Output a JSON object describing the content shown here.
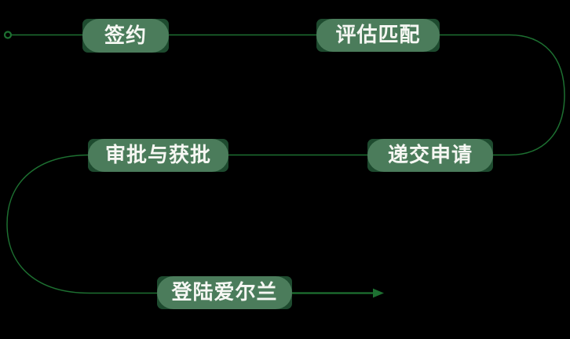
{
  "colors": {
    "background": "#000000",
    "line-color": "#1d7031",
    "node-fill": "#4b7c5b",
    "node-backing": "#1e4b2f",
    "text-color": "#f6f7f3"
  },
  "flow": {
    "start_marker": "open-circle",
    "end_marker": "arrow-right",
    "steps": [
      {
        "label": "签约"
      },
      {
        "label": "评估匹配"
      },
      {
        "label": "递交申请"
      },
      {
        "label": "审批与获批"
      },
      {
        "label": "登陆爱尔兰"
      }
    ]
  }
}
